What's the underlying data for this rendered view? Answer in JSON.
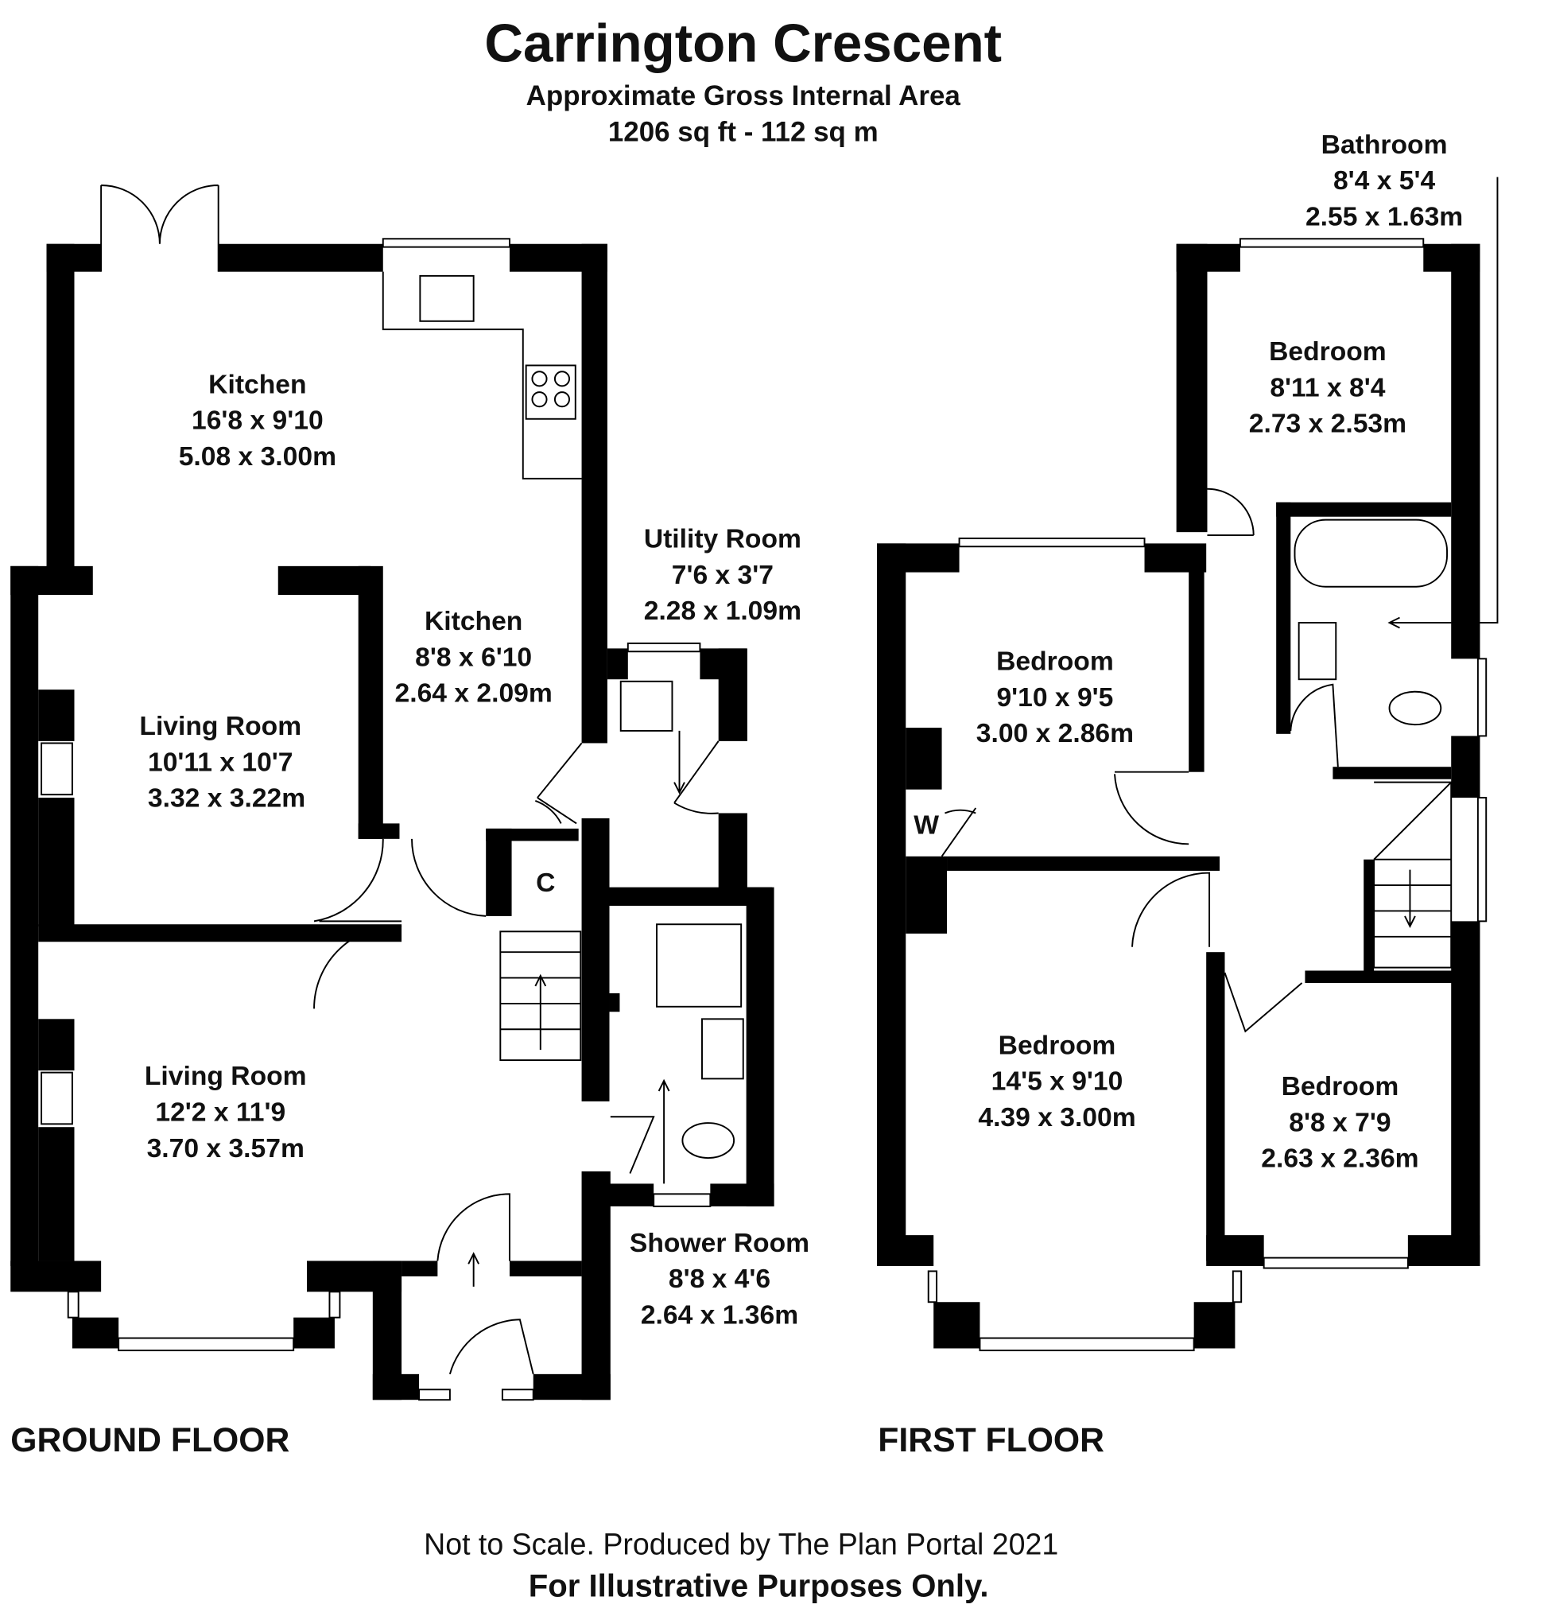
{
  "title": "Carrington Crescent",
  "subtitle": "Approximate Gross Internal Area",
  "area": "1206 sq ft - 112 sq m",
  "ground_floor": {
    "label": "GROUND FLOOR",
    "rooms": [
      {
        "name": "Kitchen",
        "imperial": "16'8 x 9'10",
        "metric": "5.08 x 3.00m"
      },
      {
        "name": "Kitchen",
        "imperial": "8'8 x 6'10",
        "metric": "2.64 x 2.09m"
      },
      {
        "name": "Utility Room",
        "imperial": "7'6 x 3'7",
        "metric": "2.28 x 1.09m"
      },
      {
        "name": "Living Room",
        "imperial": "10'11 x 10'7",
        "metric": "3.32 x 3.22m"
      },
      {
        "name": "Living Room",
        "imperial": "12'2 x 11'9",
        "metric": "3.70 x 3.57m"
      },
      {
        "name": "Shower Room",
        "imperial": "8'8 x 4'6",
        "metric": "2.64 x 1.36m"
      }
    ],
    "cupboard_label": "C"
  },
  "first_floor": {
    "label": "FIRST FLOOR",
    "rooms": [
      {
        "name": "Bathroom",
        "imperial": "8'4 x 5'4",
        "metric": "2.55 x 1.63m"
      },
      {
        "name": "Bedroom",
        "imperial": "8'11 x 8'4",
        "metric": "2.73 x 2.53m"
      },
      {
        "name": "Bedroom",
        "imperial": "9'10 x 9'5",
        "metric": "3.00 x 2.86m"
      },
      {
        "name": "Bedroom",
        "imperial": "14'5 x 9'10",
        "metric": "4.39 x 3.00m"
      },
      {
        "name": "Bedroom",
        "imperial": "8'8 x 7'9",
        "metric": "2.63 x 2.36m"
      }
    ],
    "wardrobe_label": "W"
  },
  "footer": {
    "note": "Not to Scale. Produced by The Plan Portal 2021",
    "disclaimer": "For Illustrative Purposes Only."
  }
}
